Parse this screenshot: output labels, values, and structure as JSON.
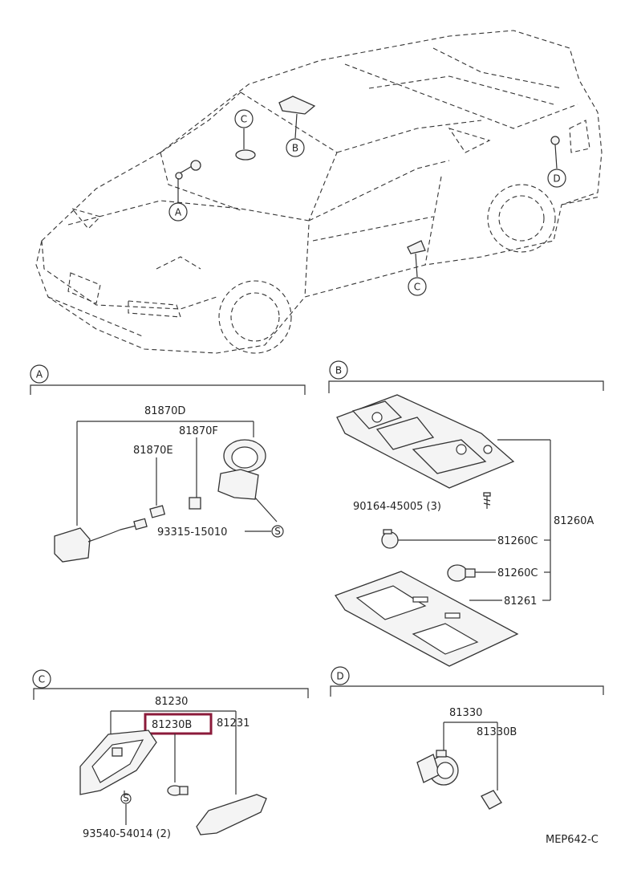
{
  "sections": {
    "A": "A",
    "B": "B",
    "C": "C",
    "D": "D"
  },
  "car_callouts": {
    "A": "A",
    "B": "B",
    "C_left": "C",
    "C_right": "C",
    "D": "D"
  },
  "section_a": {
    "assembly": "81870D",
    "socket": "81870F",
    "bulb": "81870E",
    "screw": "93315-15010",
    "screw_mark": "S"
  },
  "section_b": {
    "assembly": "81260A",
    "screws": "90164-45005 (3)",
    "bulb_1": "81260C",
    "bulb_2": "81260C",
    "lens": "81261"
  },
  "section_c": {
    "assembly": "81230",
    "bulb": "81230B",
    "lens": "81231",
    "screw": "93540-54014 (2)",
    "screw_mark": "S",
    "highlight_color": "#8b1a3a"
  },
  "section_d": {
    "assembly": "81330",
    "bulb": "81330B"
  },
  "drawing_code": "MEP642-C"
}
